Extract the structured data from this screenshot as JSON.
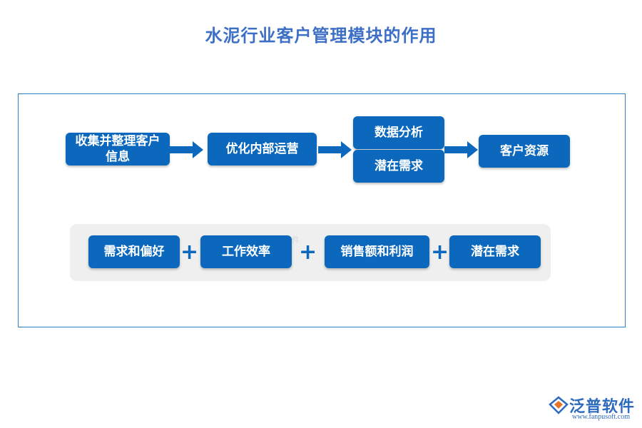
{
  "title": "水泥行业客户管理模块的作用",
  "flow": {
    "step1": "收集并整理客户信息",
    "step2": "优化内部运营",
    "step3_top": "数据分析",
    "step3_bottom": "潜在需求",
    "step4": "客户资源"
  },
  "factors": {
    "items": [
      "需求和偏好",
      "工作效率",
      "销售额和利润",
      "潜在需求"
    ],
    "plus": "+"
  },
  "watermark": "泛普软件",
  "logo": {
    "name": "泛普软件",
    "url": "www.fanpusoft.com"
  },
  "colors": {
    "title": "#3d6fc7",
    "box": "#0b68bd",
    "panel": "#efefef",
    "frame": "#2b7fc6"
  }
}
